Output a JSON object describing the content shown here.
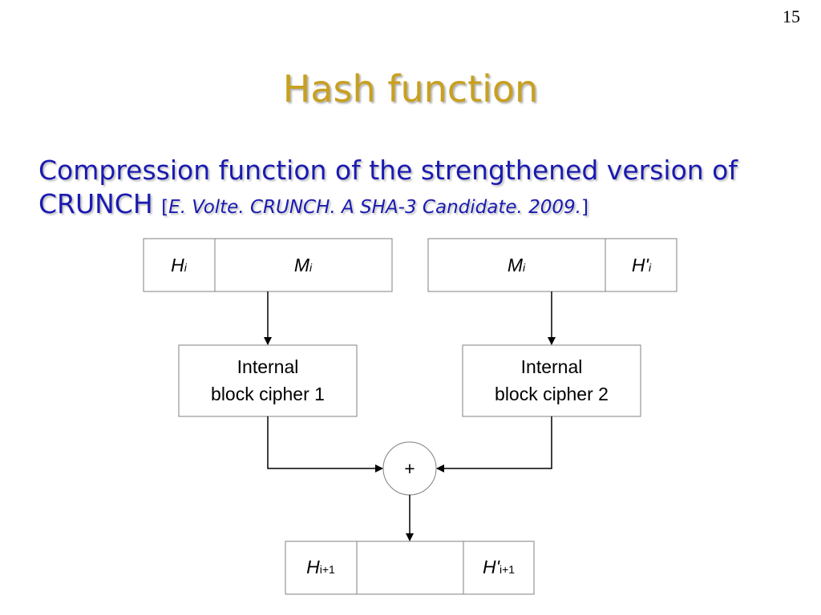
{
  "page_number": "15",
  "title": "Hash function",
  "subtitle": {
    "text": "Compression function of the strengthened version of CRUNCH",
    "cite_open": "[",
    "cite_text": "E. Volte. CRUNCH. A SHA-3 Candidate. 2009.",
    "cite_close": "]"
  },
  "colors": {
    "title": "#c8a020",
    "subtitle": "#1a1ab0",
    "box_border": "#808080"
  },
  "diagram": {
    "input_left": {
      "h": "H",
      "h_sub": "i",
      "m": "M",
      "m_sub": "i"
    },
    "input_right": {
      "m": "M",
      "m_sub": "i",
      "h": "H'",
      "h_sub": "i"
    },
    "cipher1": {
      "line1": "Internal",
      "line2": "block cipher 1"
    },
    "cipher2": {
      "line1": "Internal",
      "line2": "block cipher 2"
    },
    "combiner": "+",
    "output": {
      "h": "H",
      "h_sub": "i+1",
      "h2": "H'",
      "h2_sub": "i+1"
    }
  }
}
